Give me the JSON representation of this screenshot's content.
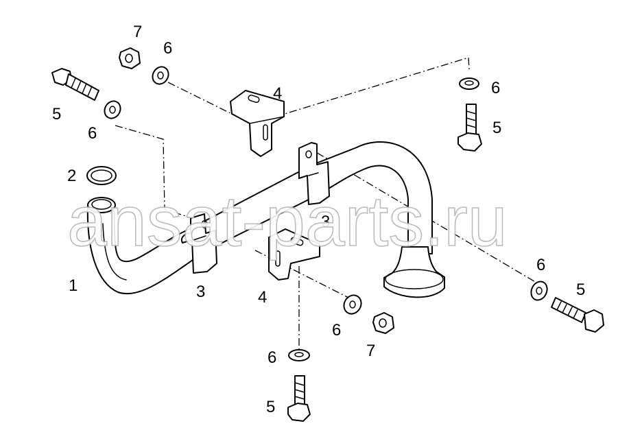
{
  "watermark": "ansat-parts.ru",
  "callouts": {
    "c1": "1",
    "c2": "2",
    "c3a": "3",
    "c3b": "3",
    "c4a": "4",
    "c4b": "4",
    "c5a": "5",
    "c5b": "5",
    "c5c": "5",
    "c5d": "5",
    "c6a": "6",
    "c6b": "6",
    "c6c": "6",
    "c6d": "6",
    "c6e": "6",
    "c6f": "6",
    "c7a": "7",
    "c7b": "7"
  }
}
